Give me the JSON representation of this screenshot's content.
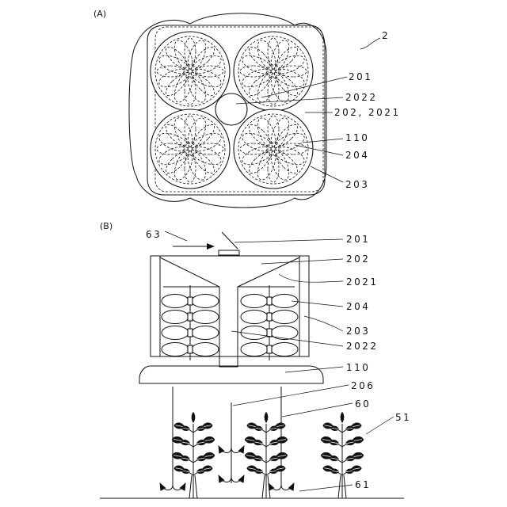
{
  "figure_a": {
    "title": "(A)",
    "labels": [
      "2",
      "201",
      "2022",
      "202, 2021",
      "110",
      "204",
      "203"
    ]
  },
  "figure_b": {
    "title": "(B)",
    "labels": [
      "63",
      "201",
      "202",
      "2021",
      "204",
      "203",
      "2022",
      "110",
      "206",
      "60",
      "51",
      "61"
    ]
  }
}
